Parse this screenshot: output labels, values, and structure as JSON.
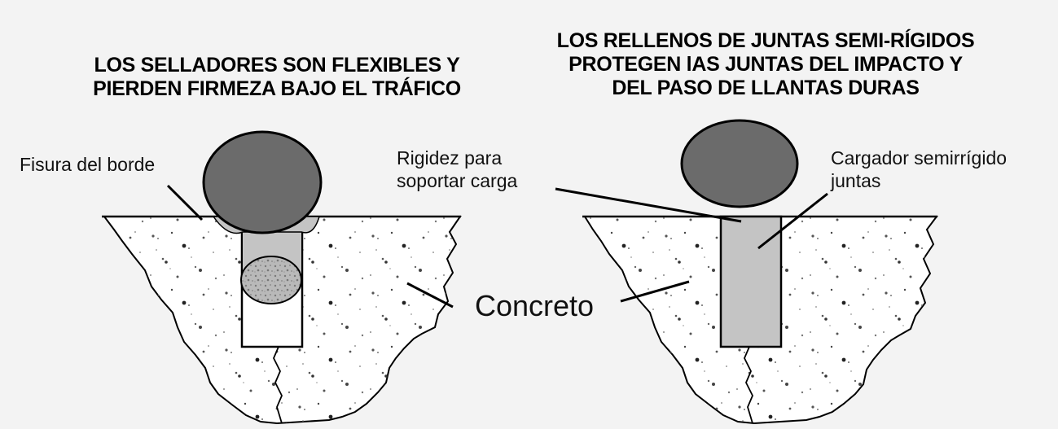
{
  "left_panel": {
    "title_line1": "LOS SELLADORES SON FLEXIBLES Y",
    "title_line2": "PIERDEN FIRMEZA BAJO EL TRÁFICO",
    "label_fisura": "Fisura del borde",
    "label_rigidez_line1": "Rigidez para",
    "label_rigidez_line2": "soportar carga"
  },
  "right_panel": {
    "title_line1": "LOS RELLENOS DE JUNTAS SEMI-RÍGIDOS",
    "title_line2": "PROTEGEN lAS JUNTAS DEL IMPACTO Y",
    "title_line3": "DEL PASO DE LLANTAS DURAS",
    "label_cargador_line1": "Cargador semirrígido",
    "label_cargador_line2": "juntas"
  },
  "shared": {
    "label_concreto": "Concreto"
  },
  "colors": {
    "background": "#f3f3f3",
    "wheel": "#6b6b6b",
    "filler": "#c4c4c4",
    "concrete": "#ffffff",
    "outline": "#000000"
  }
}
